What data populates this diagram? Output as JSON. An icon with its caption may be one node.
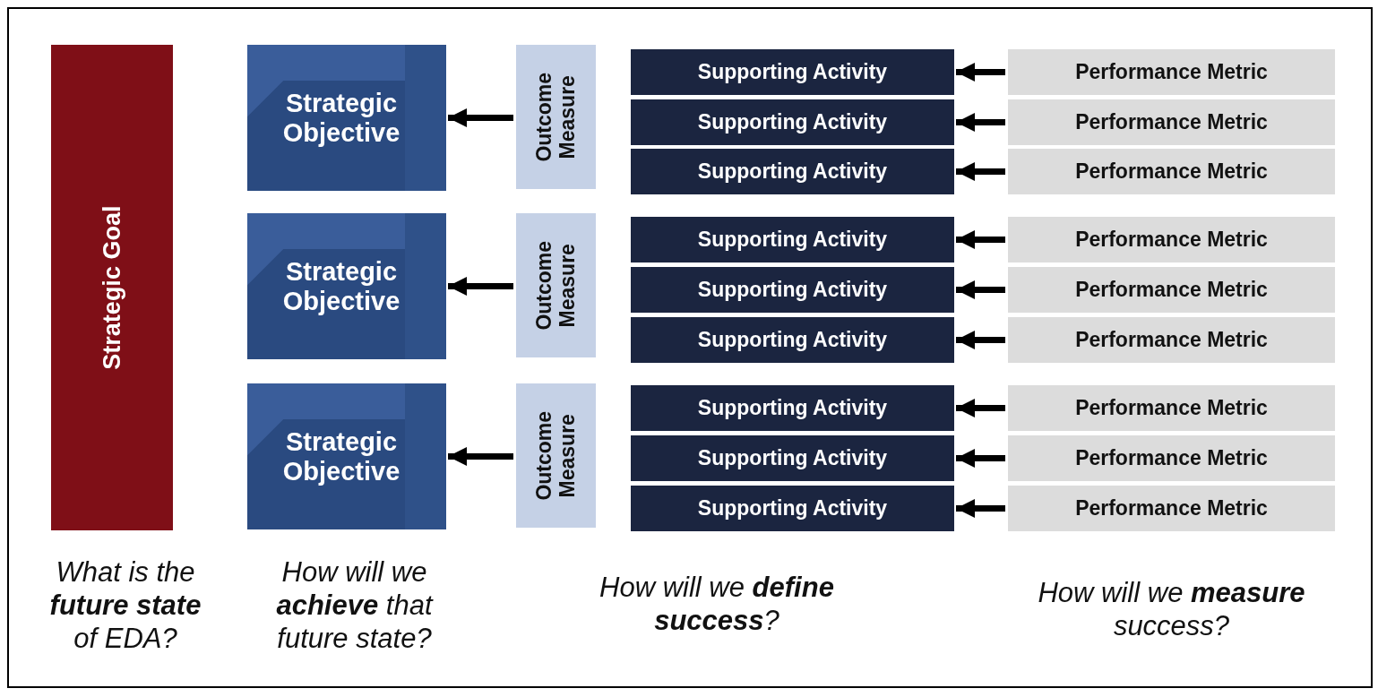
{
  "diagram": {
    "nodes": [
      {
        "text": [
          "Strategic Goal"
        ]
      },
      {
        "text": [
          "Strategic Objective"
        ]
      },
      {
        "text": [
          "Outcome Measure"
        ]
      },
      {
        "text": [
          "Supporting Activity"
        ]
      },
      {
        "text": [
          "Supporting Activity"
        ]
      },
      {
        "text": [
          "Supporting Activity"
        ]
      },
      {
        "text": [
          "Performance Metric"
        ]
      },
      {
        "text": [
          "Performance Metric"
        ]
      },
      {
        "text": [
          "Performance Metric"
        ]
      },
      {
        "text": [
          "Strategic Objective"
        ]
      },
      {
        "text": [
          "Outcome Measure"
        ]
      },
      {
        "text": [
          "Supporting Activity"
        ]
      },
      {
        "text": [
          "Supporting Activity"
        ]
      },
      {
        "text": [
          "Supporting Activity"
        ]
      },
      {
        "text": [
          "Performance Metric"
        ]
      },
      {
        "text": [
          "Performance Metric"
        ]
      },
      {
        "text": [
          "Performance Metric"
        ]
      },
      {
        "text": [
          "Strategic Objective"
        ]
      },
      {
        "text": [
          "Outcome Measure"
        ]
      },
      {
        "text": [
          "Supporting Activity"
        ]
      },
      {
        "text": [
          "Supporting Activity"
        ]
      },
      {
        "text": [
          "Supporting Activity"
        ]
      },
      {
        "text": [
          "Performance Metric"
        ]
      },
      {
        "text": [
          "Performance Metric"
        ]
      },
      {
        "text": [
          "Performance Metric"
        ]
      }
    ],
    "edges": [
      {
        "from": 2,
        "to": 1,
        "arrow": "to"
      },
      {
        "from": 6,
        "to": 3,
        "arrow": "to"
      },
      {
        "from": 7,
        "to": 4,
        "arrow": "to"
      },
      {
        "from": 8,
        "to": 5,
        "arrow": "to"
      },
      {
        "from": 10,
        "to": 9,
        "arrow": "to"
      },
      {
        "from": 14,
        "to": 11,
        "arrow": "to"
      },
      {
        "from": 15,
        "to": 12,
        "arrow": "to"
      },
      {
        "from": 16,
        "to": 13,
        "arrow": "to"
      },
      {
        "from": 18,
        "to": 17,
        "arrow": "to"
      },
      {
        "from": 22,
        "to": 19,
        "arrow": "to"
      },
      {
        "from": 23,
        "to": 20,
        "arrow": "to"
      },
      {
        "from": 24,
        "to": 21,
        "arrow": "to"
      }
    ],
    "labels": [
      "What is the **future state** of EDA?",
      "How will we **achieve** that future state?",
      "How will we **define success**?",
      "How will we **measure** success?"
    ]
  }
}
